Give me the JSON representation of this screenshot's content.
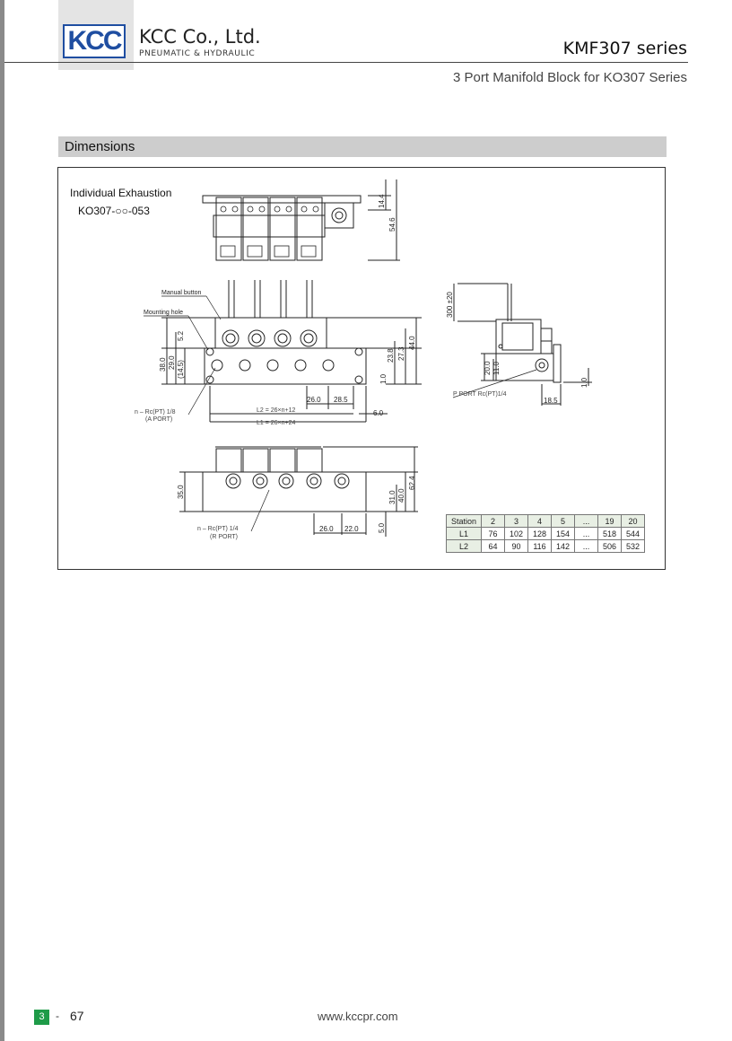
{
  "header": {
    "logo_text": "KCC",
    "company": "KCC Co., Ltd.",
    "company_sub": "PNEUMATIC & HYDRAULIC",
    "series": "KMF307 series",
    "subtitle": "3 Port Manifold Block for KO307 Series"
  },
  "section": {
    "title": "Dimensions"
  },
  "drawing": {
    "label": "Individual Exhaustion",
    "model": "KO307-○○-053",
    "callouts": {
      "manual_button": "Manual button",
      "mounting_hole": "Mounting hole",
      "a_port": "n – Rc(PT) 1/8",
      "a_port_sub": "(A PORT)",
      "r_port": "n – Rc(PT) 1/4",
      "r_port_sub": "(R PORT)",
      "p_port": "P PORT Rc(PT)1/4",
      "l2_formula": "L2 = 26×n+12",
      "l1_formula": "L1 = 26×n+24"
    },
    "dims": {
      "d14_4": "14.4",
      "d54_6": "54.6",
      "d5_2": "5.2",
      "d38_0": "38.0",
      "d29_0": "29.0",
      "d14_5": "(14.5)",
      "d23_8": "23.8",
      "d27_3": "27.3",
      "d44_0": "44.0",
      "d1_0": "1.0",
      "d26_0": "26.0",
      "d28_5": "28.5",
      "d6_0": "6.0",
      "d300": "300 ±20",
      "d20_0": "20.0",
      "d11_0": "11.0",
      "d18_5": "18.5",
      "d35_0": "35.0",
      "d31_0": "31.0",
      "d40_0": "40.0",
      "d62_4": "62.4",
      "d22_0": "22.0",
      "d5_0": "5.0"
    }
  },
  "table": {
    "header": [
      "Station",
      "2",
      "3",
      "4",
      "5",
      "...",
      "19",
      "20"
    ],
    "rows": [
      [
        "L1",
        "76",
        "102",
        "128",
        "154",
        "...",
        "518",
        "544"
      ],
      [
        "L2",
        "64",
        "90",
        "116",
        "142",
        "...",
        "506",
        "532"
      ]
    ]
  },
  "footer": {
    "chapter": "3",
    "dash": "-",
    "page": "67",
    "url": "www.kccpr.com"
  },
  "colors": {
    "brand": "#1f4ea1",
    "section_bg": "#cdcdcd",
    "badge": "#1e9b48"
  }
}
